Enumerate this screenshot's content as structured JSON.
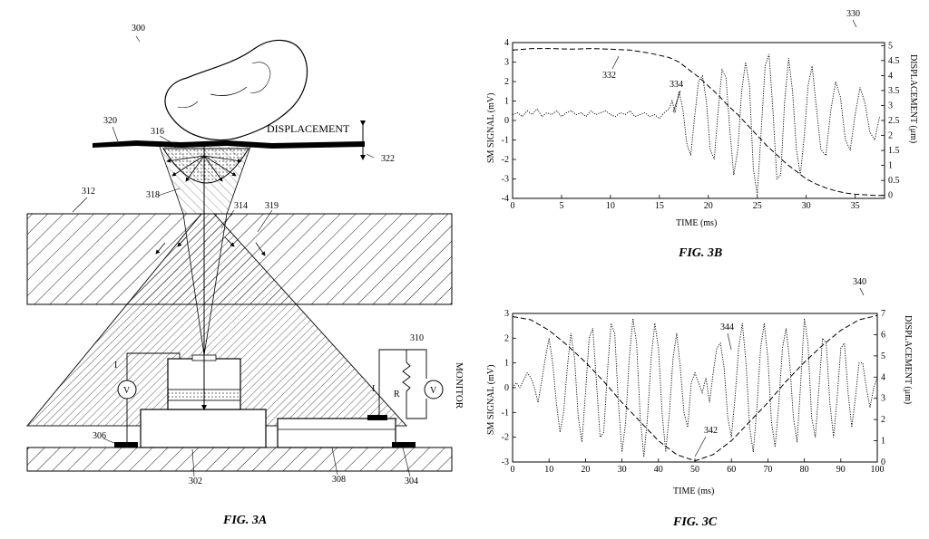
{
  "fig3a": {
    "caption": "FIG. 3A",
    "displacement_label": "DISPLACEMENT",
    "monitor_label": "MONITOR",
    "voltmeter_symbol": "V",
    "current_symbol": "I",
    "resistor_symbol": "R",
    "refs": {
      "r300": "300",
      "r302": "302",
      "r304": "304",
      "r306": "306",
      "r308": "308",
      "r310": "310",
      "r312": "312",
      "r314": "314",
      "r316": "316",
      "r318": "318",
      "r319": "319",
      "r320": "320",
      "r322": "322"
    }
  },
  "fig3b": {
    "caption": "FIG. 3B",
    "ref_figure": "330",
    "ref_displacement": "332",
    "ref_signal": "334"
  },
  "fig3c": {
    "caption": "FIG. 3C",
    "ref_figure": "340",
    "ref_displacement": "342",
    "ref_signal": "344"
  },
  "chart_data": [
    {
      "type": "line",
      "xlabel": "TIME (ms)",
      "ylabel": "SM SIGNAL (mV)",
      "y2label": "DISPLACEMENT (μm)",
      "xlim": [
        0,
        38
      ],
      "ylim": [
        -4,
        4
      ],
      "y2lim": [
        -0.1,
        5.1
      ],
      "xticks": [
        0,
        5,
        10,
        15,
        20,
        25,
        30,
        35
      ],
      "yticks": [
        -4,
        -3,
        -2,
        -1,
        0,
        1,
        2,
        3,
        4
      ],
      "y2ticks": [
        0,
        0.5,
        1,
        1.5,
        2,
        2.5,
        3,
        3.5,
        4,
        4.5,
        5
      ],
      "series": [
        {
          "style": "dotted",
          "axis": "left",
          "x": [
            0,
            0.5,
            1,
            1.5,
            2,
            2.5,
            3,
            3.5,
            4,
            4.5,
            5,
            5.5,
            6,
            6.5,
            7,
            7.5,
            8,
            8.5,
            9,
            9.5,
            10,
            10.5,
            11,
            11.5,
            12,
            12.5,
            13,
            13.5,
            14,
            14.5,
            15,
            15.5,
            16,
            16.3,
            16.6,
            17,
            17.4,
            17.8,
            18.2,
            18.6,
            19,
            19.4,
            19.8,
            20.2,
            20.6,
            21,
            21.4,
            21.8,
            22.2,
            22.6,
            23,
            23.4,
            23.8,
            24.2,
            24.6,
            25,
            25.4,
            25.8,
            26.2,
            26.6,
            27,
            27.4,
            27.8,
            28.2,
            28.6,
            29,
            29.4,
            29.8,
            30.2,
            30.6,
            31,
            31.5,
            32,
            32.5,
            33,
            33.5,
            34,
            34.5,
            35,
            35.5,
            36,
            36.5,
            37,
            37.5
          ],
          "y": [
            0.3,
            0.4,
            0.2,
            0.5,
            0.3,
            0.6,
            0.2,
            0.4,
            0.3,
            0.5,
            0.2,
            0.4,
            0.5,
            0.3,
            0.4,
            0.2,
            0.5,
            0.3,
            0.4,
            0.5,
            0.3,
            0.2,
            0.4,
            0.3,
            0.5,
            0.2,
            0.3,
            0.4,
            0.2,
            0.3,
            0.1,
            0.4,
            0.6,
            1.0,
            0.4,
            1.5,
            0.6,
            -1.2,
            -1.8,
            0.2,
            2.0,
            2.3,
            1.0,
            -1.5,
            -2.0,
            0.5,
            2.6,
            2.2,
            -0.5,
            -2.8,
            -1.5,
            1.5,
            3.0,
            1.8,
            -2.5,
            -3.8,
            -0.5,
            2.8,
            3.4,
            0.5,
            -3.0,
            -2.8,
            1.0,
            3.2,
            1.5,
            -1.5,
            -2.8,
            -0.8,
            1.8,
            2.8,
            0.8,
            -1.5,
            -1.8,
            0.5,
            2.0,
            1.2,
            -1.0,
            -1.5,
            0.3,
            1.7,
            0.9,
            -0.6,
            -1.0,
            0.2
          ]
        },
        {
          "style": "dashed",
          "axis": "right",
          "x": [
            0,
            2,
            4,
            6,
            8,
            10,
            12,
            14,
            16,
            17,
            18,
            19,
            20,
            21,
            22,
            23,
            24,
            25,
            26,
            27,
            28,
            29,
            30,
            31,
            32,
            33,
            34,
            35,
            36,
            37,
            38
          ],
          "y": [
            4.85,
            4.9,
            4.9,
            4.88,
            4.9,
            4.88,
            4.85,
            4.75,
            4.6,
            4.45,
            4.2,
            3.95,
            3.65,
            3.35,
            3.0,
            2.7,
            2.35,
            2.0,
            1.65,
            1.35,
            1.05,
            0.8,
            0.55,
            0.38,
            0.25,
            0.15,
            0.08,
            0.04,
            0.02,
            0.0,
            0.0
          ]
        }
      ]
    },
    {
      "type": "line",
      "xlabel": "TIME (ms)",
      "ylabel": "SM SIGNAL (mV)",
      "y2label": "DISPLACEMENT (μm)",
      "xlim": [
        0,
        100
      ],
      "ylim": [
        -3,
        3
      ],
      "y2lim": [
        0,
        7
      ],
      "xticks": [
        0,
        10,
        20,
        30,
        40,
        50,
        60,
        70,
        80,
        90,
        100
      ],
      "yticks": [
        -3,
        -2,
        -1,
        0,
        1,
        2,
        3
      ],
      "y2ticks": [
        0,
        1,
        2,
        3,
        4,
        5,
        6,
        7
      ],
      "series": [
        {
          "style": "dotted",
          "axis": "left",
          "x": [
            0,
            1,
            2,
            3,
            4,
            5,
            6,
            7,
            8,
            9,
            10,
            11,
            12,
            13,
            14,
            15,
            16,
            17,
            18,
            19,
            20,
            21,
            22,
            23,
            24,
            25,
            26,
            27,
            28,
            29,
            30,
            31,
            32,
            33,
            34,
            35,
            36,
            37,
            38,
            39,
            40,
            41,
            42,
            43,
            44,
            45,
            46,
            47,
            48,
            49,
            50,
            51,
            52,
            53,
            54,
            55,
            56,
            57,
            58,
            59,
            60,
            61,
            62,
            63,
            64,
            65,
            66,
            67,
            68,
            69,
            70,
            71,
            72,
            73,
            74,
            75,
            76,
            77,
            78,
            79,
            80,
            81,
            82,
            83,
            84,
            85,
            86,
            87,
            88,
            89,
            90,
            91,
            92,
            93,
            94,
            95,
            96,
            97,
            98,
            99,
            100
          ],
          "y": [
            0,
            0.2,
            0,
            0.3,
            0.6,
            0.4,
            0,
            -0.6,
            0.3,
            1.2,
            2.0,
            1.0,
            -0.6,
            -1.8,
            -1.0,
            0.8,
            2.2,
            1.2,
            -1.2,
            -2.2,
            -0.2,
            2.0,
            2.4,
            0.2,
            -2.0,
            -1.8,
            0.6,
            2.6,
            2.2,
            -0.6,
            -2.6,
            -1.4,
            1.2,
            2.8,
            1.8,
            -1.2,
            -2.8,
            -1.2,
            1.2,
            2.6,
            1.6,
            -1.0,
            -2.6,
            -1.0,
            1.2,
            2.2,
            0.8,
            -1.0,
            -1.6,
            0.2,
            0.6,
            0.2,
            -0.2,
            0.4,
            -0.6,
            0.6,
            1.6,
            1.8,
            0.8,
            -1.2,
            -2.0,
            -0.4,
            1.6,
            2.6,
            1.0,
            -1.6,
            -2.6,
            -0.8,
            1.6,
            2.6,
            1.2,
            -1.4,
            -2.4,
            -0.6,
            1.6,
            2.4,
            1.0,
            -1.2,
            -2.2,
            0.2,
            2.8,
            1.8,
            -1.2,
            -2.0,
            0.0,
            2.0,
            1.8,
            -0.6,
            -2.0,
            -0.4,
            1.6,
            1.8,
            -0.2,
            -1.6,
            -0.4,
            1.0,
            1.0,
            0.0,
            -0.8,
            0.0,
            0.4
          ]
        },
        {
          "style": "dashed",
          "axis": "right",
          "x": [
            0,
            5,
            10,
            15,
            20,
            25,
            30,
            35,
            40,
            45,
            50,
            55,
            60,
            65,
            70,
            75,
            80,
            85,
            90,
            95,
            100
          ],
          "y": [
            6.85,
            6.7,
            6.2,
            5.5,
            4.7,
            3.8,
            2.8,
            1.9,
            1.0,
            0.35,
            0.05,
            0.35,
            1.0,
            1.9,
            2.8,
            3.8,
            4.7,
            5.5,
            6.2,
            6.7,
            6.9
          ]
        }
      ]
    }
  ]
}
